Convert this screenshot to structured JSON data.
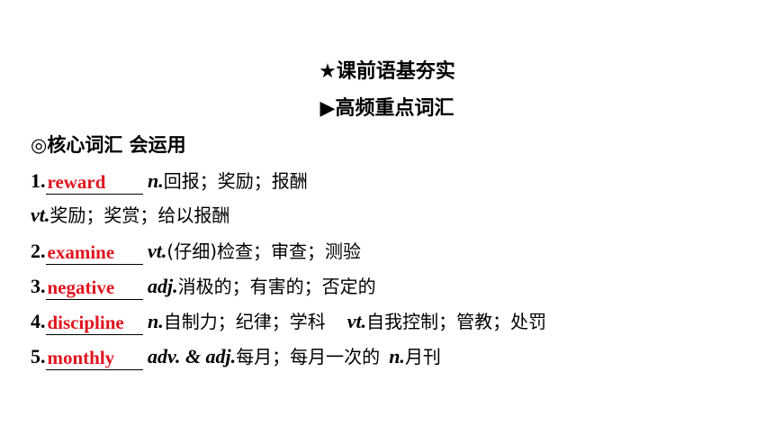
{
  "headings": {
    "title": "★课前语基夯实",
    "subtitle": "▶高频重点词汇"
  },
  "section": {
    "label": "◎核心词汇 会运用"
  },
  "items": [
    {
      "number": "1.",
      "answer": "reward",
      "pos1": "n.",
      "meaning1": "回报；奖励；报酬"
    },
    {
      "pos1": "vt.",
      "meaning1": "奖励；奖赏；给以报酬"
    },
    {
      "number": "2.",
      "answer": "examine",
      "pos1": "vt.",
      "meaning1": "(仔细)检查；审查；测验"
    },
    {
      "number": "3.",
      "answer": "negative",
      "pos1": "adj.",
      "meaning1": "消极的；有害的；否定的"
    },
    {
      "number": "4.",
      "answer": "discipline",
      "pos1": "n.",
      "meaning1": "自制力；纪律；学科",
      "pos2": "vt.",
      "meaning2": "自我控制；管教；处罚"
    },
    {
      "number": "5.",
      "answer": "monthly",
      "pos1": "adv. & adj.",
      "meaning1": "每月；每月一次的",
      "pos2": "n.",
      "meaning2": "月刊"
    }
  ],
  "colors": {
    "answer": "#e0141e",
    "text": "#000000",
    "background": "#ffffff"
  }
}
